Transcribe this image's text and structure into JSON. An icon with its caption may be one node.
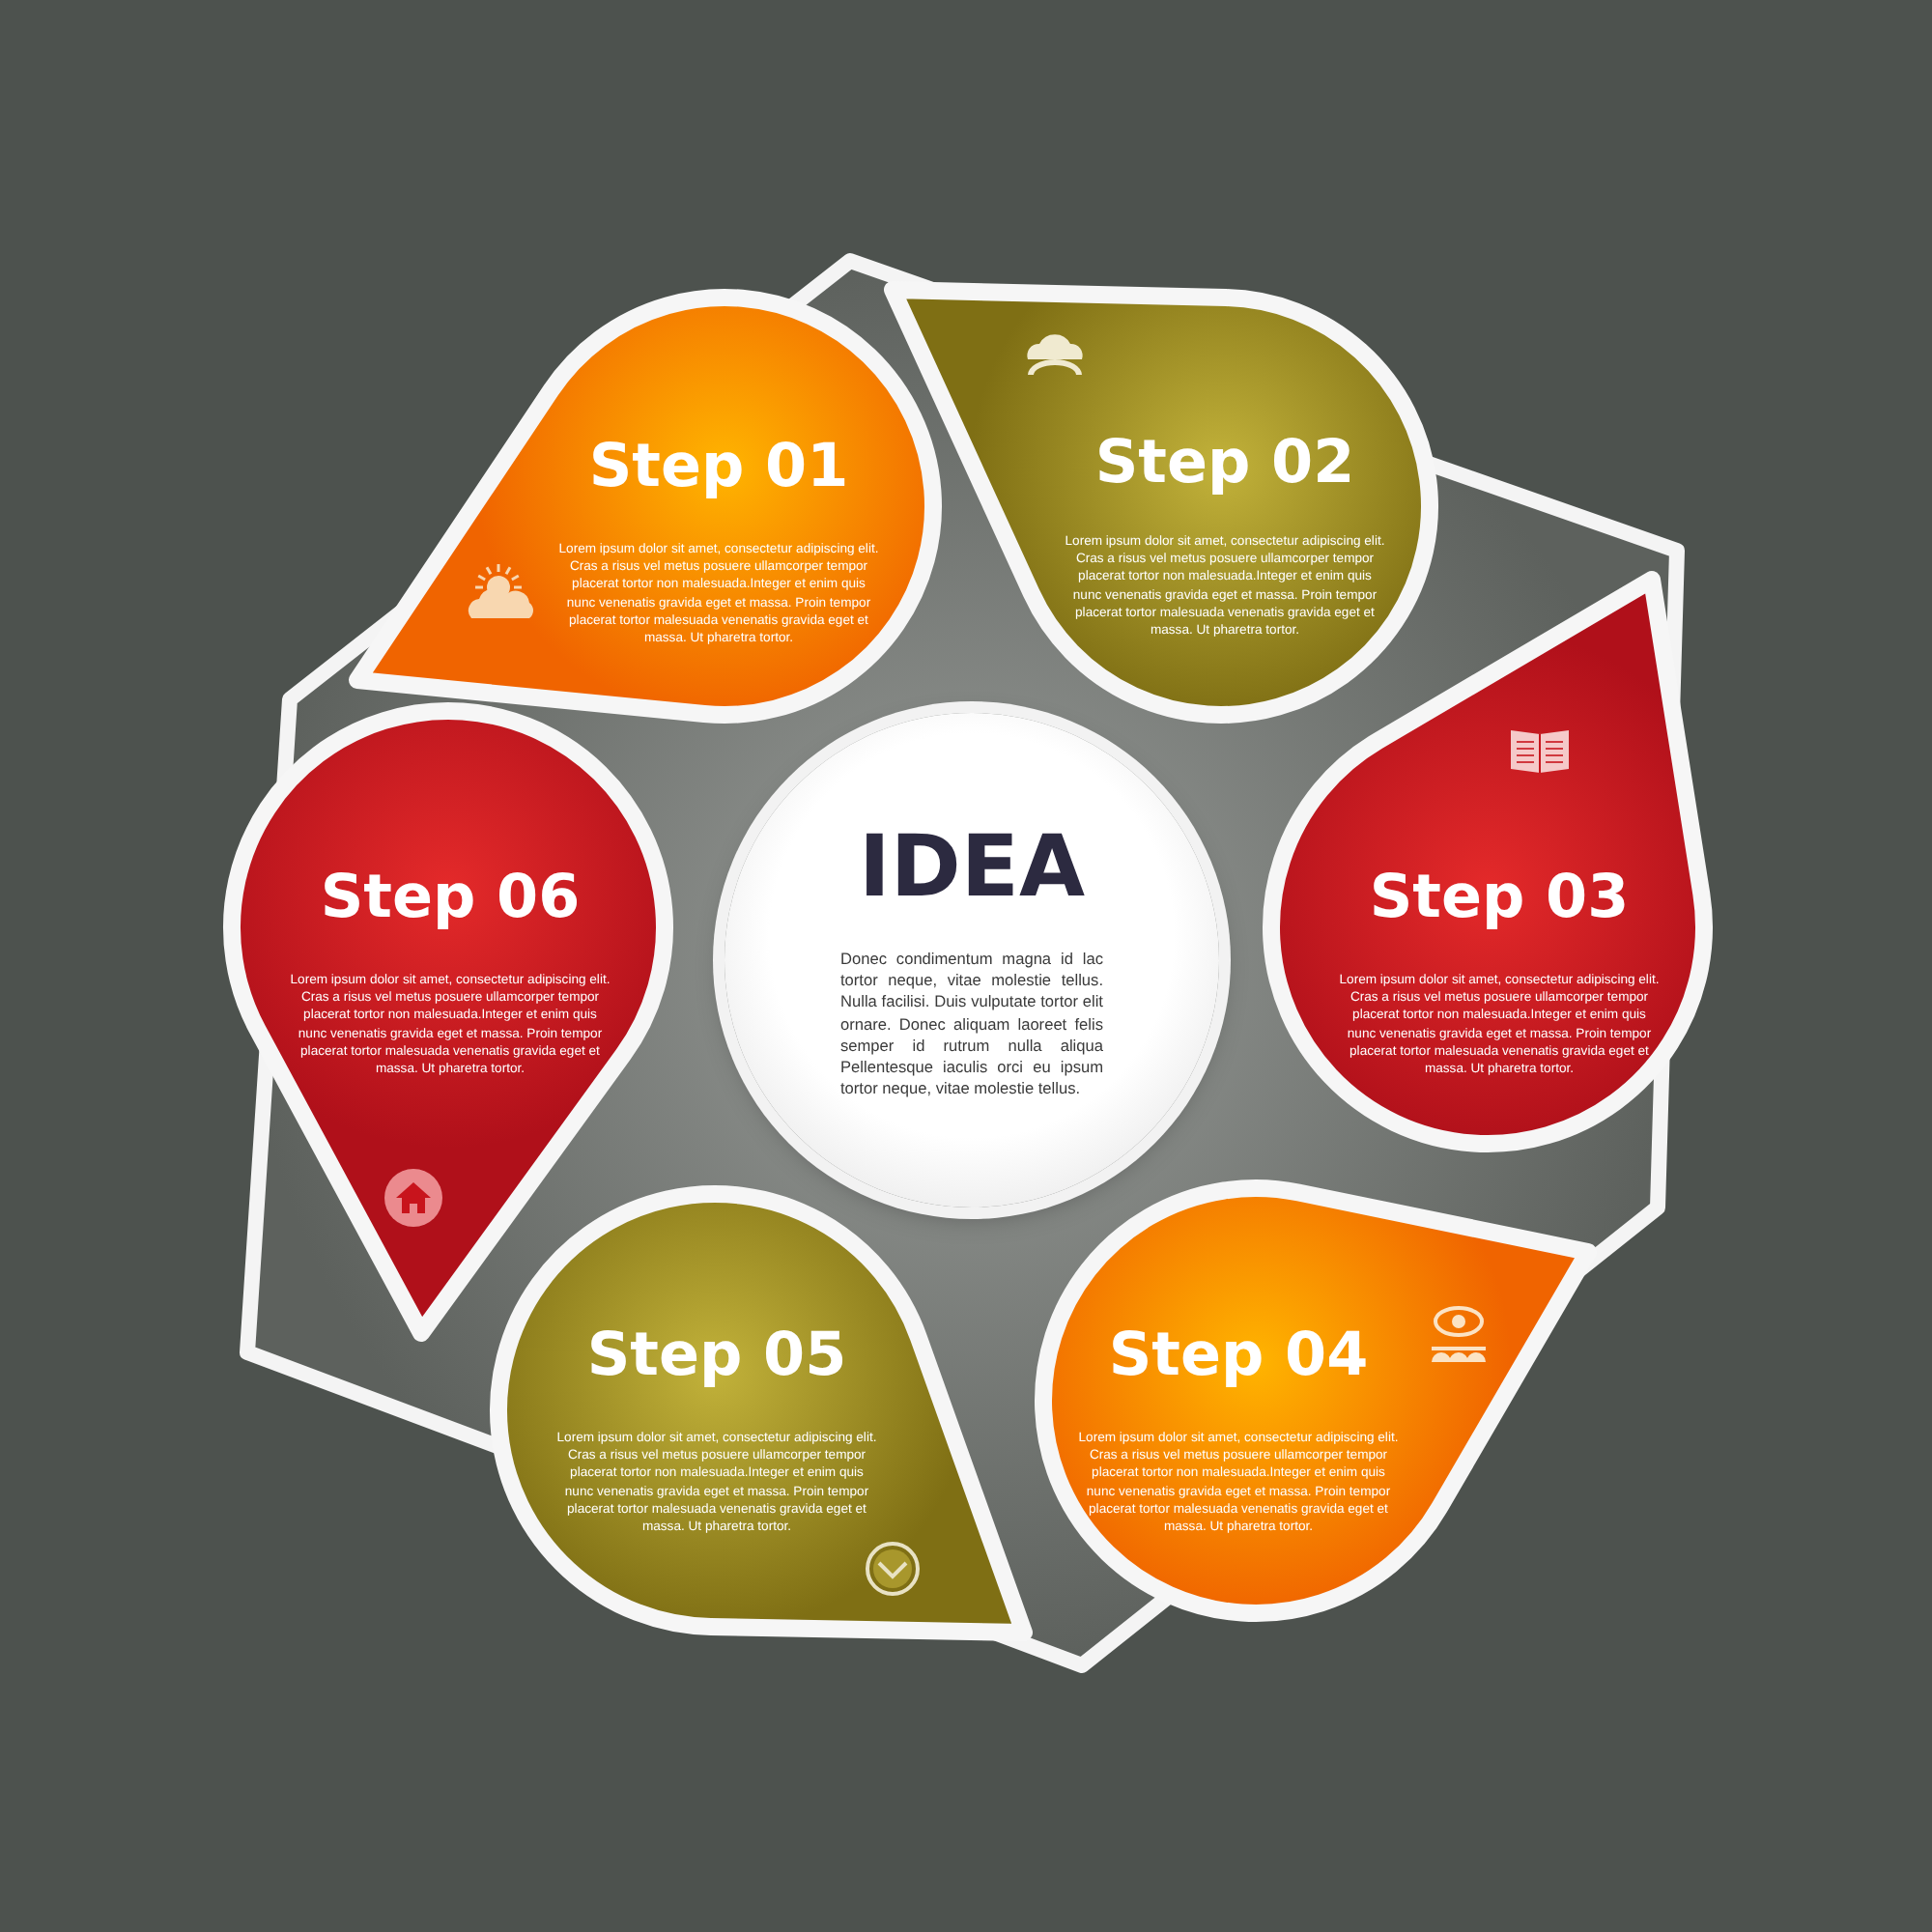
{
  "diagram": {
    "nodes": [
      {
        "text": [
          "IDEA",
          "Donec condimentum magna id lac tortor neque, vitae molestie tellus. Nulla facilisi. Duis vulputate tortor elit ornare. Donec aliquam laoreet felis semper id rutrum nulla aliqua Pellentesque iaculis orci eu ipsum tortor neque, vitae molestie tellus."
        ]
      },
      {
        "text": [
          "Step 01",
          "Lorem ipsum dolor sit amet, consectetur adipiscing elit. Cras a risus vel metus posuere ullamcorper tempor placerat tortor non malesuada.Integer et enim quis nunc venenatis gravida eget et massa. Proin tempor placerat tortor malesuada venenatis gravida eget et massa. Ut pharetra tortor."
        ]
      },
      {
        "text": [
          "Step 02",
          "Lorem ipsum dolor sit amet, consectetur adipiscing elit. Cras a risus vel metus posuere ullamcorper tempor placerat tortor non malesuada.Integer et enim quis nunc venenatis gravida eget et massa. Proin tempor placerat tortor malesuada venenatis gravida eget et massa. Ut pharetra tortor."
        ]
      },
      {
        "text": [
          "Step 03",
          "Lorem ipsum dolor sit amet, consectetur adipiscing elit. Cras a risus vel metus posuere ullamcorper tempor placerat tortor non malesuada.Integer et enim quis nunc venenatis gravida eget et massa. Proin tempor placerat tortor malesuada venenatis gravida eget et massa. Ut pharetra tortor."
        ]
      },
      {
        "text": [
          "Step 04",
          "Lorem ipsum dolor sit amet, consectetur adipiscing elit. Cras a risus vel metus posuere ullamcorper tempor placerat tortor non malesuada.Integer et enim quis nunc venenatis gravida eget et massa. Proin tempor placerat tortor malesuada venenatis gravida eget et massa. Ut pharetra tortor."
        ]
      },
      {
        "text": [
          "Step 05",
          "Lorem ipsum dolor sit amet, consectetur adipiscing elit. Cras a risus vel metus posuere ullamcorper tempor placerat tortor non malesuada.Integer et enim quis nunc venenatis gravida eget et massa. Proin tempor placerat tortor malesuada venenatis gravida eget et massa. Ut pharetra tortor."
        ]
      },
      {
        "text": [
          "Step 06",
          "Lorem ipsum dolor sit amet, consectetur adipiscing elit. Cras a risus vel metus posuere ullamcorper tempor placerat tortor non malesuada.Integer et enim quis nunc venenatis gravida eget et massa. Proin tempor placerat tortor malesuada venenatis gravida eget et massa. Ut pharetra tortor."
        ]
      }
    ]
  }
}
